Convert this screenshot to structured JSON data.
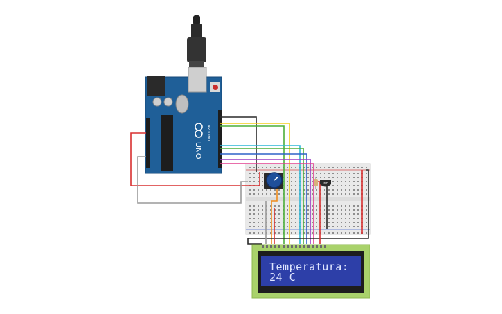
{
  "colors": {
    "board": "#1f5f98",
    "board_dark": "#174a78",
    "breadboard": "#e9e9e9",
    "lcd_frame": "#a9d26b",
    "lcd_screen": "#2d3fa8",
    "wire_red": "#d93030",
    "wire_black": "#2a2a2a",
    "wire_gray": "#9a9a9a",
    "wire_orange": "#f08c1c",
    "wire_yellow": "#f2cf1c",
    "wire_green": "#4caf3a",
    "wire_cyan": "#2fb7d6",
    "wire_blue": "#2e62c8",
    "wire_purple": "#9b3cc4",
    "wire_pink": "#e23f8f",
    "knob": "#1f4f9a"
  },
  "board": {
    "name": "UNO",
    "brand": "ARDUINO"
  },
  "lcd": {
    "line1": "Temperatura:",
    "line2": "24 C"
  },
  "sensor": {
    "label": "TMP"
  }
}
